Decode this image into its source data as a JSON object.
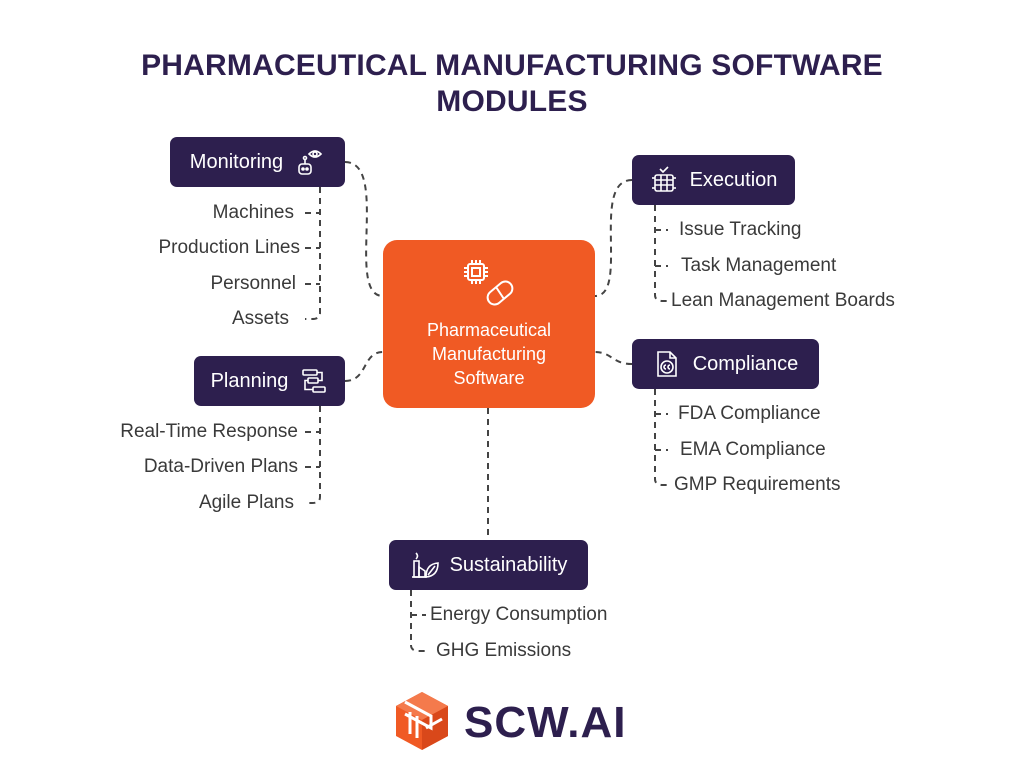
{
  "title": {
    "line1": "PHARMACEUTICAL MANUFACTURING SOFTWARE",
    "line2": "MODULES"
  },
  "colors": {
    "navy": "#2d1f4e",
    "orange": "#f05a24",
    "connector": "#444444",
    "text": "#3a3a3a"
  },
  "center": {
    "line1": "Pharmaceutical",
    "line2": "Manufacturing",
    "line3": "Software",
    "icon": "chip-pill-icon"
  },
  "modules": {
    "monitoring": {
      "label": "Monitoring",
      "icon": "robot-eye-icon",
      "items": [
        "Machines",
        "Production Lines",
        "Personnel",
        "Assets"
      ]
    },
    "planning": {
      "label": "Planning",
      "icon": "flow-steps-icon",
      "items": [
        "Real-Time Response",
        "Data-Driven Plans",
        "Agile Plans"
      ]
    },
    "execution": {
      "label": "Execution",
      "icon": "server-check-icon",
      "items": [
        "Issue Tracking",
        "Task Management",
        "Lean Management Boards"
      ]
    },
    "compliance": {
      "label": "Compliance",
      "icon": "document-cc-icon",
      "items": [
        "FDA Compliance",
        "EMA Compliance",
        "GMP Requirements"
      ]
    },
    "sustainability": {
      "label": "Sustainability",
      "icon": "factory-leaf-icon",
      "items": [
        "Energy Consumption",
        "GHG Emissions"
      ]
    }
  },
  "logo": {
    "wordmark": "SCW.AI",
    "icon": "cube-logo-icon"
  }
}
